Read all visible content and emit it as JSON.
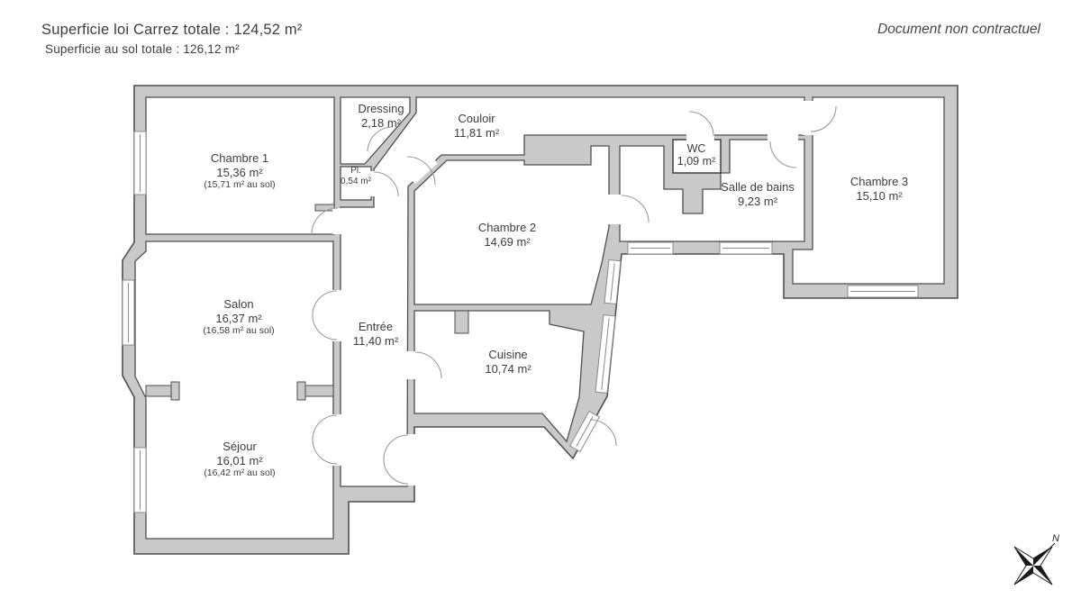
{
  "header": {
    "carrez_total": "Superficie loi Carrez totale : 124,52 m²",
    "floor_total": "Superficie au sol totale : 126,12 m²",
    "disclaimer": "Document non contractuel"
  },
  "compass": {
    "north_label": "N"
  },
  "rooms": [
    {
      "id": "chambre1",
      "name": "Chambre 1",
      "area": "15,36 m²",
      "floor_area": "(15,71 m² au sol)"
    },
    {
      "id": "dressing",
      "name": "Dressing",
      "area": "2,18 m²"
    },
    {
      "id": "placard",
      "name": "Pl.",
      "area": "0,54 m²"
    },
    {
      "id": "couloir",
      "name": "Couloir",
      "area": "11,81 m²"
    },
    {
      "id": "chambre2",
      "name": "Chambre 2",
      "area": "14,69 m²"
    },
    {
      "id": "wc",
      "name": "WC",
      "area": "1,09 m²"
    },
    {
      "id": "salle_de_bains",
      "name": "Salle de bains",
      "area": "9,23 m²"
    },
    {
      "id": "chambre3",
      "name": "Chambre 3",
      "area": "15,10 m²"
    },
    {
      "id": "salon",
      "name": "Salon",
      "area": "16,37 m²",
      "floor_area": "(16,58 m² au sol)"
    },
    {
      "id": "entree",
      "name": "Entrée",
      "area": "11,40 m²"
    },
    {
      "id": "cuisine",
      "name": "Cuisine",
      "area": "10,74 m²"
    },
    {
      "id": "sejour",
      "name": "Séjour",
      "area": "16,01 m²",
      "floor_area": "(16,42 m² au sol)"
    }
  ],
  "colors": {
    "wall_fill": "#c9c9c9",
    "wall_stroke": "#4f4f4f",
    "door_stroke": "#9a9a9a",
    "window_stroke": "#8b8b8b",
    "text": "#3d3d3d"
  }
}
